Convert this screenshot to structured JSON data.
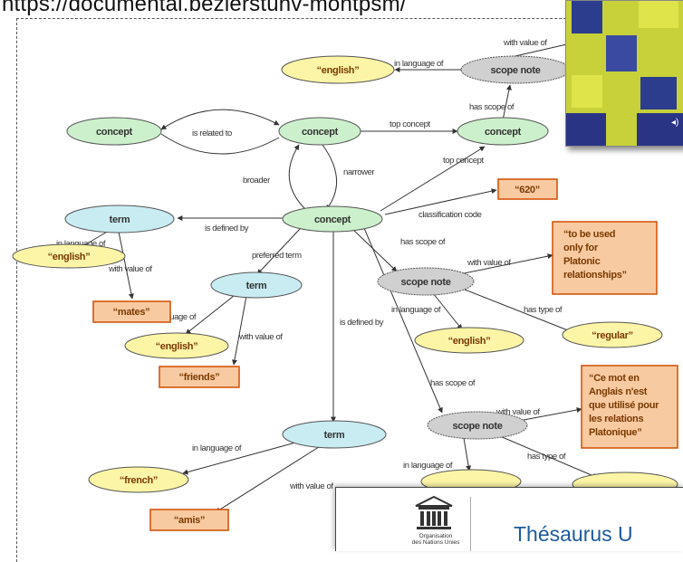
{
  "header": {
    "url_text": "https://documental.bezierstunv-montpsm/"
  },
  "diagram": {
    "nodes": {
      "concept_center": "concept",
      "concept_left": "concept",
      "concept_top": "concept",
      "concept_topright": "concept",
      "term_left": "term",
      "term_mid": "term",
      "term_bottom": "term",
      "scope_top": "scope note",
      "scope_mid": "scope note",
      "scope_bottom": "scope note",
      "english_top": "“english”",
      "english_left": "“english”",
      "english_mid": "“english”",
      "english_scope": "“english”",
      "french": "“french”",
      "regular": "“regular”",
      "code_620": "“620”",
      "mates": "“mates”",
      "friends": "“friends”",
      "amis": "“amis”",
      "note_en_1": "“to be used",
      "note_en_2": "only for",
      "note_en_3": "Platonic",
      "note_en_4": "relationships”",
      "note_fr_1": "“Ce mot en",
      "note_fr_2": "Anglais n'est",
      "note_fr_3": "que utilisé pour",
      "note_fr_4": "les relations",
      "note_fr_5": "Platonique”"
    },
    "edges": {
      "is_related_to": "is related to",
      "top_concept_1": "top concept",
      "top_concept_2": "top concept",
      "broader": "broader",
      "narrower": "narrower",
      "classification_code": "classification code",
      "is_defined_by_1": "is defined by",
      "is_defined_by_2": "is defined by",
      "preferred_term": "preferred term",
      "has_scope_of_1": "has scope of",
      "has_scope_of_2": "has scope of",
      "has_scope_of_3": "has scope of",
      "in_language_of_top": "in language of",
      "with_value_of_top": "with value of",
      "in_language_of_left": "in language of",
      "with_value_of_left": "with value of",
      "in_language_of_mid": "in language of",
      "with_value_of_mid": "with value of",
      "with_value_of_scope": "with value of",
      "in_language_of_scope": "in language of",
      "has_type_of_1": "has type of",
      "in_language_of_bottom": "in language of",
      "with_value_of_bottom": "with value of",
      "with_value_of_scope2": "with value of",
      "in_language_of_scope2": "in language of",
      "has_type_of_2": "has type of"
    }
  },
  "footer": {
    "org_line1": "Organisation",
    "org_line2": "des Nations Unies",
    "thesaurus_title": "Thésaurus U"
  },
  "colors": {
    "concept": "#ccf0cc",
    "term": "#c8ecf2",
    "scope": "#d0d0d0",
    "english": "#fdf5a6",
    "literal_fill": "#f8caa2",
    "literal_border": "#d24d00",
    "unesco_blue": "#1d5a9c"
  }
}
